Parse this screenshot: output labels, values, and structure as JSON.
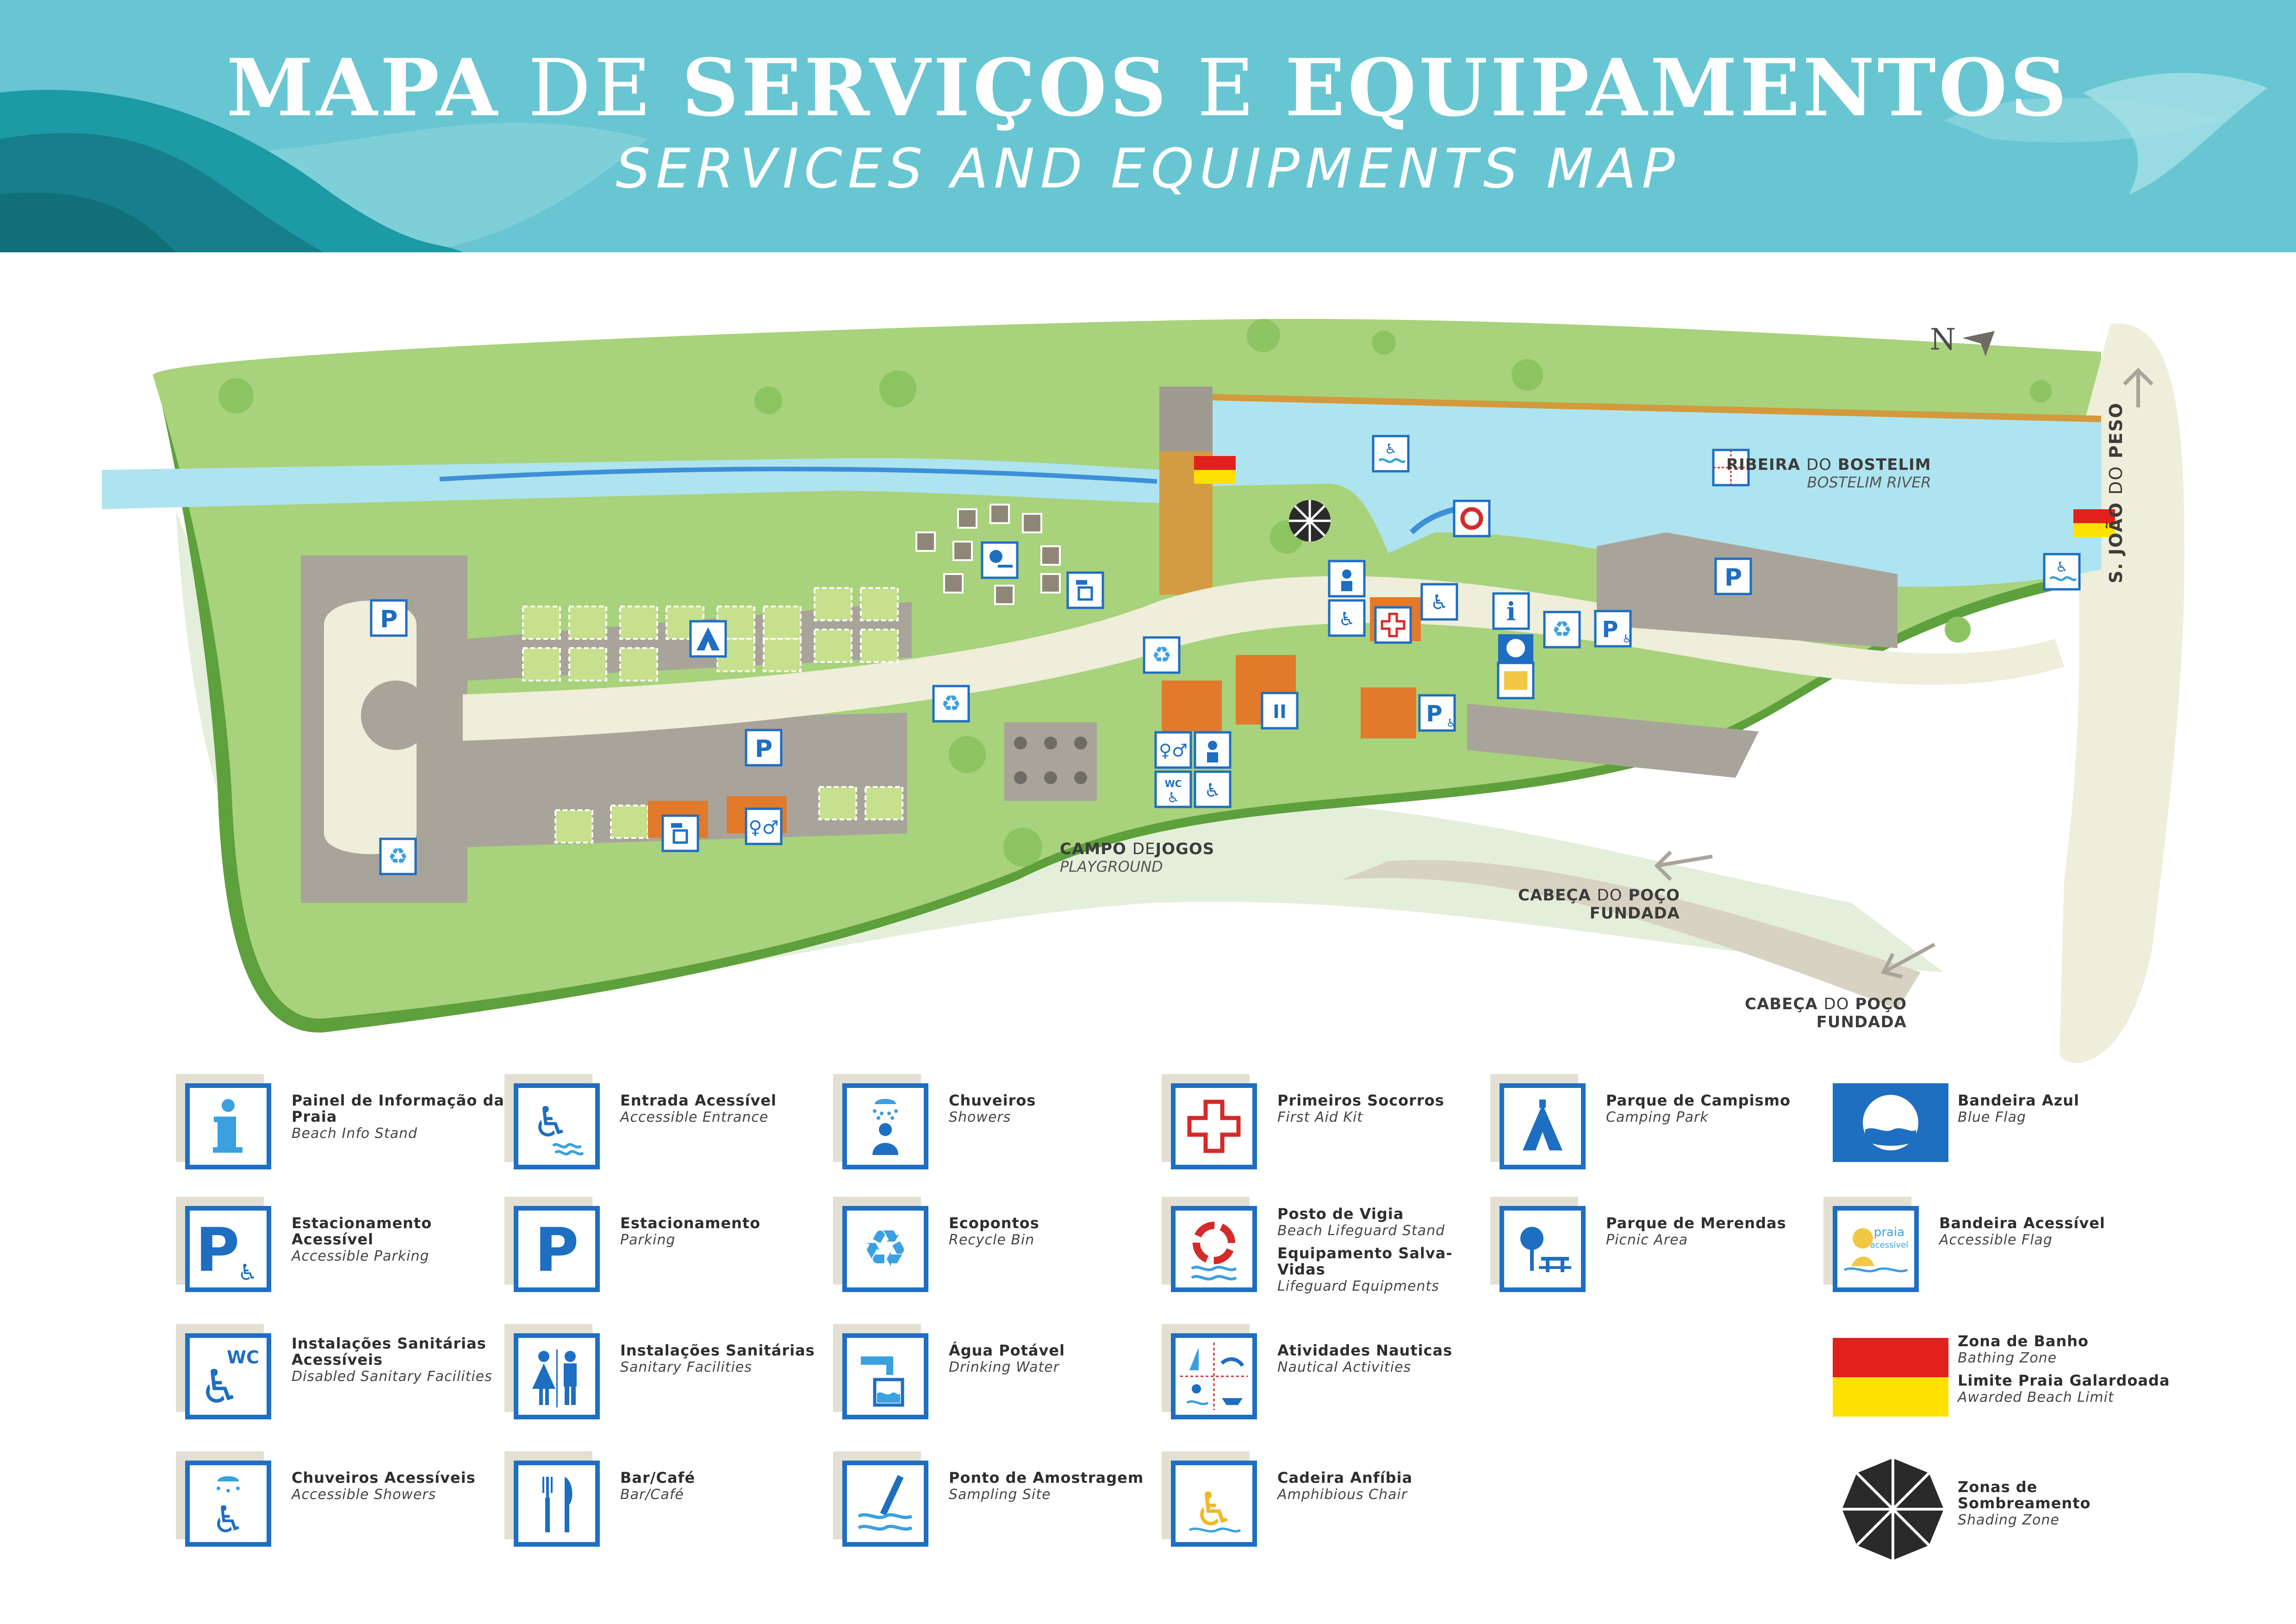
{
  "header": {
    "title_word1": "MAPA",
    "title_word2": "DE",
    "title_word3": "SERVIÇOS",
    "title_word4": "E",
    "title_word5": "EQUIPAMENTOS",
    "subtitle": "SERVICES AND EQUIPMENTS MAP"
  },
  "colors": {
    "header_bg": "#67c6d2",
    "wave_dark": "#168e9a",
    "grass": "#a8d27b",
    "grass_dark": "#7cb856",
    "water": "#aee4ef",
    "sand": "#eeeeda",
    "road": "#a9a49a",
    "icon_blue": "#1e6ec2",
    "first_aid_red": "#d42a2a",
    "flag_red": "#e2211c",
    "flag_yellow": "#ffe100"
  },
  "map": {
    "compass": "N",
    "river": {
      "name_bold": "RIBEIRA",
      "name_join": "DO",
      "name_bold2": "BOSTELIM",
      "name_en": "BOSTELIM RIVER"
    },
    "playground": {
      "name_bold": "CAMPO",
      "name_join": "DE",
      "name_bold2": "JOGOS",
      "name_en": "PLAYGROUND"
    },
    "road_peso": {
      "a": "S.",
      "b": "JOÃO",
      "c": "DO",
      "d": "PESO"
    },
    "dest1": {
      "a": "CABEÇA",
      "b": "DO",
      "c": "POÇO",
      "d": "FUNDADA"
    },
    "dest2": {
      "a": "CABEÇA",
      "b": "DO",
      "c": "POÇO",
      "d": "FUNDADA"
    }
  },
  "legend": [
    {
      "icon": "info-icon",
      "pt": "Painel de Informação da Praia",
      "en": "Beach Info Stand"
    },
    {
      "icon": "accessible-entrance-icon",
      "pt": "Entrada Acessível",
      "en": "Accessible Entrance"
    },
    {
      "icon": "shower-icon",
      "pt": "Chuveiros",
      "en": "Showers"
    },
    {
      "icon": "first-aid-icon",
      "pt": "Primeiros Socorros",
      "en": "First Aid Kit"
    },
    {
      "icon": "camping-icon",
      "pt": "Parque de Campismo",
      "en": "Camping Park"
    },
    {
      "icon": "blue-flag-icon",
      "pt": "Bandeira Azul",
      "en": "Blue Flag"
    },
    {
      "icon": "accessible-parking-icon",
      "pt": "Estacionamento Acessível",
      "en": "Accessible Parking"
    },
    {
      "icon": "parking-icon",
      "pt": "Estacionamento",
      "en": "Parking"
    },
    {
      "icon": "recycle-icon",
      "pt": "Ecopontos",
      "en": "Recycle Bin"
    },
    {
      "icon": "lifebuoy-icon",
      "pt": "Posto de Vigia",
      "en": "Beach Lifeguard Stand",
      "pt2": "Equipamento Salva-Vidas",
      "en2": "Lifeguard Equipments"
    },
    {
      "icon": "picnic-icon",
      "pt": "Parque de Merendas",
      "en": "Picnic Area"
    },
    {
      "icon": "accessible-flag-icon",
      "pt": "Bandeira Acessível",
      "en": "Accessible Flag",
      "logo_text1": "praia",
      "logo_text2": "acessível"
    },
    {
      "icon": "accessible-wc-icon",
      "pt": "Instalações Sanitárias Acessíveis",
      "en": "Disabled Sanitary Facilities",
      "badge": "WC"
    },
    {
      "icon": "wc-icon",
      "pt": "Instalações Sanitárias",
      "en": "Sanitary Facilities"
    },
    {
      "icon": "water-tap-icon",
      "pt": "Água Potável",
      "en": "Drinking Water"
    },
    {
      "icon": "nautical-icon",
      "pt": "Atividades Nauticas",
      "en": "Nautical Activities"
    },
    {
      "icon": "bathing-flag-icon",
      "pt": "Zona de Banho",
      "en": "Bathing Zone",
      "pt2": "Limite Praia Galardoada",
      "en2": "Awarded Beach Limit"
    },
    {
      "icon": "accessible-shower-icon",
      "pt": "Chuveiros Acessíveis",
      "en": "Accessible Showers"
    },
    {
      "icon": "bar-icon",
      "pt": "Bar/Café",
      "en": "Bar/Café"
    },
    {
      "icon": "sampling-icon",
      "pt": "Ponto de Amostragem",
      "en": "Sampling Site"
    },
    {
      "icon": "amphibious-chair-icon",
      "pt": "Cadeira Anfíbia",
      "en": "Amphibious Chair"
    },
    {
      "icon": "umbrella-icon",
      "pt": "Zonas de Sombreamento",
      "en": "Shading Zone"
    }
  ]
}
